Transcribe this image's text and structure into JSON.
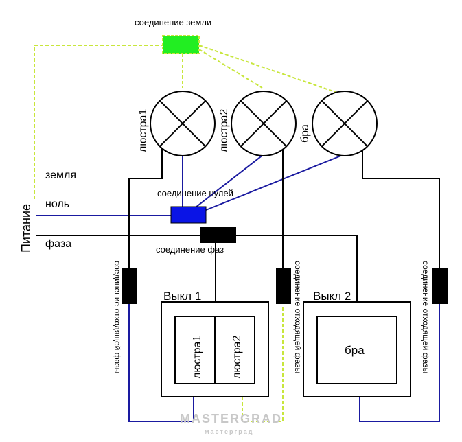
{
  "labels": {
    "ground_connection": "соединение земли",
    "neutral_connection": "соединение нулей",
    "phase_connection": "соединение фаз",
    "ground": "земля",
    "neutral": "ноль",
    "phase": "фаза",
    "power": "Питание",
    "lamp1": "люстра1",
    "lamp2": "люстра2",
    "lamp3": "бра",
    "switch1": "Выкл 1",
    "switch2": "Выкл 2",
    "switch1_key1": "люстра1",
    "switch1_key2": "люстра2",
    "switch2_key": "бра",
    "outgoing_phase": "соединение отходящей фазы",
    "watermark": "MASTERGRAD",
    "watermark_sub": "мастерград"
  },
  "colors": {
    "ground_wire": "#c8e63c",
    "neutral_wire": "#1a1aa0",
    "phase_wire": "#000000",
    "ground_block": "#22ee22",
    "neutral_block": "#0a14e6",
    "phase_block": "#000000"
  },
  "icons": {
    "lamp": "lamp-cross-icon",
    "switch": "switch-box-icon"
  }
}
